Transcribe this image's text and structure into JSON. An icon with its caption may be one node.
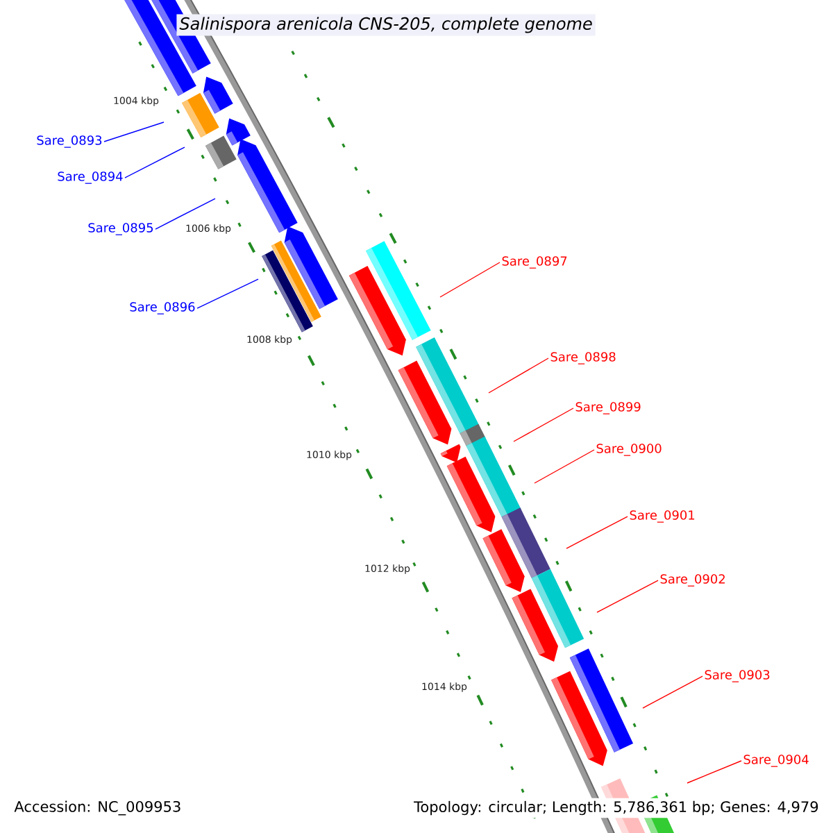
{
  "diagram": {
    "title": "Salinispora arenicola CNS-205, complete genome",
    "nodes": [
      {
        "text": [
          "Sare_0893"
        ]
      },
      {
        "text": [
          "Sare_0894"
        ]
      },
      {
        "text": [
          "Sare_0895"
        ]
      },
      {
        "text": [
          "Sare_0896"
        ]
      },
      {
        "text": [
          "Sare_0897"
        ]
      },
      {
        "text": [
          "Sare_0898"
        ]
      },
      {
        "text": [
          "Sare_0899"
        ]
      },
      {
        "text": [
          "Sare_0900"
        ]
      },
      {
        "text": [
          "Sare_0901"
        ]
      },
      {
        "text": [
          "Sare_0902"
        ]
      },
      {
        "text": [
          "Sare_0903"
        ]
      },
      {
        "text": [
          "Sare_0904"
        ]
      }
    ],
    "edges": [
      {
        "from": 0,
        "to": null,
        "arrow": "none",
        "color": "#0000ff"
      },
      {
        "from": 1,
        "to": null,
        "arrow": "none",
        "color": "#0000ff"
      },
      {
        "from": 2,
        "to": null,
        "arrow": "none",
        "color": "#0000ff"
      },
      {
        "from": 3,
        "to": null,
        "arrow": "none",
        "color": "#0000ff"
      },
      {
        "from": 4,
        "to": null,
        "arrow": "none"
      },
      {
        "from": 5,
        "to": null,
        "arrow": "none"
      },
      {
        "from": 6,
        "to": null,
        "arrow": "none"
      },
      {
        "from": 7,
        "to": null,
        "arrow": "none"
      },
      {
        "from": 8,
        "to": null,
        "arrow": "none"
      },
      {
        "from": 9,
        "to": null,
        "arrow": "none"
      },
      {
        "from": 10,
        "to": null,
        "arrow": "none"
      },
      {
        "from": 11,
        "to": null,
        "arrow": "none"
      }
    ],
    "labels": [
      "1004 kbp",
      "1006 kbp",
      "1008 kbp",
      "1010 kbp",
      "1012 kbp",
      "1014 kbp",
      "Accession: NC_009953",
      "Topology: circular; Length: 5,786,361 bp; Genes: 4,979"
    ]
  }
}
